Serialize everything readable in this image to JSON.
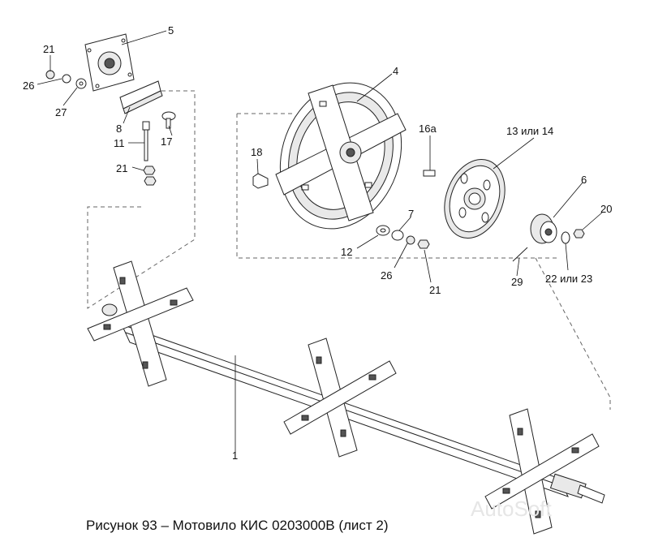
{
  "caption": "Рисунок 93 – Мотовило КИС 0203000В (лист 2)",
  "watermark": "AutoSoft",
  "callouts": {
    "c1": "1",
    "c4": "4",
    "c5": "5",
    "c6": "6",
    "c7": "7",
    "c8": "8",
    "c11": "11",
    "c12": "12",
    "c13_14": "13 или 14",
    "c16a": "16а",
    "c17": "17",
    "c18": "18",
    "c20": "20",
    "c21_top": "21",
    "c21_mid": "21",
    "c21_low": "21",
    "c22_23": "22 или 23",
    "c26_top": "26",
    "c26_low": "26",
    "c27": "27",
    "c29": "29"
  }
}
